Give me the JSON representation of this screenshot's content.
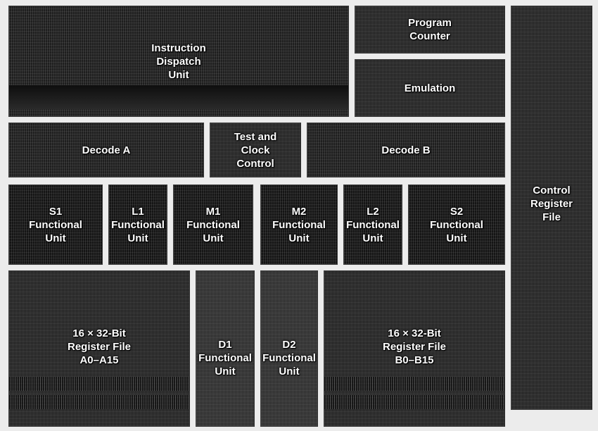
{
  "blocks": {
    "instruction_dispatch": "Instruction\nDispatch\nUnit",
    "program_counter": "Program\nCounter",
    "emulation": "Emulation",
    "control_register_file": "Control\nRegister\nFile",
    "decode_a": "Decode A",
    "test_clock_control": "Test and\nClock\nControl",
    "decode_b": "Decode B",
    "s1": "S1\nFunctional\nUnit",
    "l1": "L1\nFunctional\nUnit",
    "m1": "M1\nFunctional\nUnit",
    "m2": "M2\nFunctional\nUnit",
    "l2": "L2\nFunctional\nUnit",
    "s2": "S2\nFunctional\nUnit",
    "regfile_a": "16 × 32-Bit\nRegister File\nA0–A15",
    "d1": "D1\nFunctional\nUnit",
    "d2": "D2\nFunctional\nUnit",
    "regfile_b": "16 × 32-Bit\nRegister File\nB0–B15"
  },
  "colors": {
    "die_dark": "#1f1f1f",
    "gap": "#ececec",
    "label": "#ffffff"
  }
}
